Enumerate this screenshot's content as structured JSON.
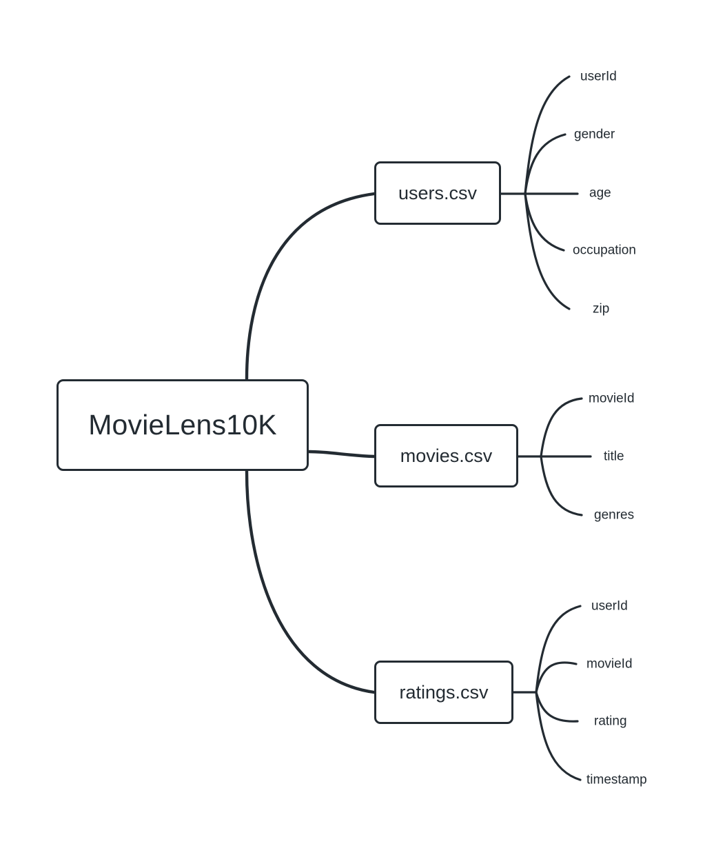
{
  "diagram": {
    "type": "mindmap",
    "title": "MovieLens10K dataset schema mindmap",
    "colors": {
      "stroke": "#232b32",
      "text": "#232b32",
      "background": "#ffffff",
      "node_fill": "#ffffff"
    },
    "root": {
      "label": "MovieLens10K"
    },
    "branches": [
      {
        "label": "users.csv",
        "leaves": [
          {
            "label": "userId"
          },
          {
            "label": "gender"
          },
          {
            "label": "age"
          },
          {
            "label": "occupation"
          },
          {
            "label": "zip"
          }
        ]
      },
      {
        "label": "movies.csv",
        "leaves": [
          {
            "label": "movieId"
          },
          {
            "label": "title"
          },
          {
            "label": "genres"
          }
        ]
      },
      {
        "label": "ratings.csv",
        "leaves": [
          {
            "label": "userId"
          },
          {
            "label": "movieId"
          },
          {
            "label": "rating"
          },
          {
            "label": "timestamp"
          }
        ]
      }
    ]
  }
}
